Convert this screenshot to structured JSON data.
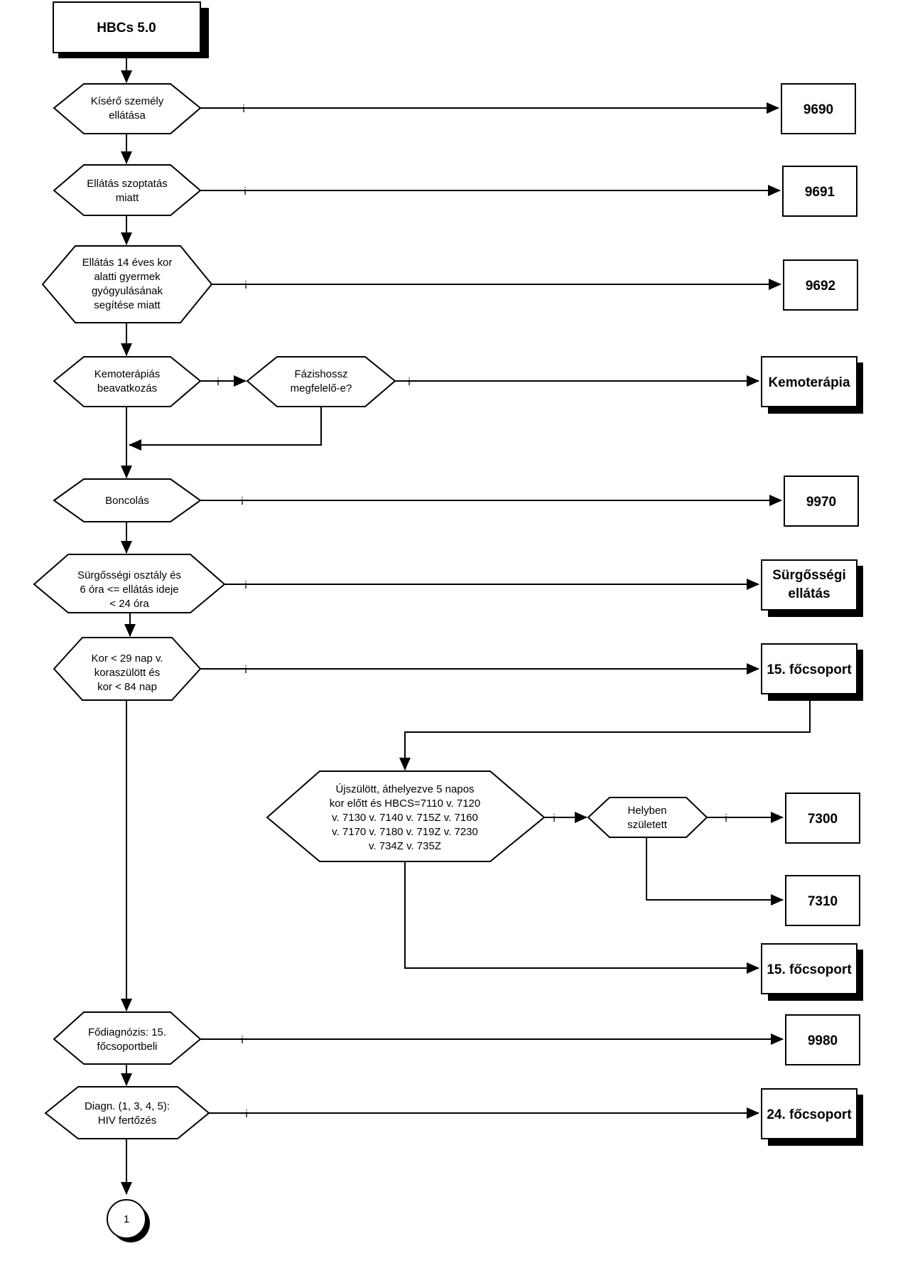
{
  "start": "HBCs 5.0",
  "decisions": {
    "kisero": [
      "Kísérő személy",
      "ellátása"
    ],
    "szoptatas": [
      "Ellátás szoptatás",
      "miatt"
    ],
    "gyermek": [
      "Ellátás 14 éves kor",
      "alatti gyermek",
      "gyógyulásának",
      "segítése miatt"
    ],
    "kemo": [
      "Kemoterápiás",
      "beavatkozás"
    ],
    "fazis": [
      "Fázishossz",
      "megfelelő-e?"
    ],
    "boncolas": [
      "Boncolás"
    ],
    "surgossegi": [
      "Sürgősségi osztály és",
      "6 óra <= ellátás ideje",
      "< 24 óra"
    ],
    "kor": [
      "Kor < 29 nap v.",
      "koraszülött és",
      "kor < 84 nap"
    ],
    "ujszulott": [
      "Újszülött, áthelyezve 5 napos",
      "kor előtt és HBCS=7110 v. 7120",
      "v. 7130 v. 7140 v. 715Z v. 7160",
      "v. 7170 v. 7180 v. 719Z v. 7230",
      "v. 734Z v. 735Z"
    ],
    "helyben": [
      "Helyben",
      "született"
    ],
    "fodiag": [
      "Fődiagnózis: 15.",
      "főcsoportbeli"
    ],
    "hiv": [
      "Diagn. (1, 3, 4, 5):",
      "HIV fertőzés"
    ]
  },
  "outcomes": {
    "o9690": [
      "9690"
    ],
    "o9691": [
      "9691"
    ],
    "o9692": [
      "9692"
    ],
    "kemoterapia": [
      "Kemoterápia"
    ],
    "o9970": [
      "9970"
    ],
    "surgossegi_ellatas": [
      "Sürgősségi",
      "ellátás"
    ],
    "focsoport15a": [
      "15. főcsoport"
    ],
    "o7300": [
      "7300"
    ],
    "o7310": [
      "7310"
    ],
    "focsoport15b": [
      "15. főcsoport"
    ],
    "o9980": [
      "9980"
    ],
    "focsoport24": [
      "24. főcsoport"
    ]
  },
  "yes_label": "i",
  "connector": "1"
}
